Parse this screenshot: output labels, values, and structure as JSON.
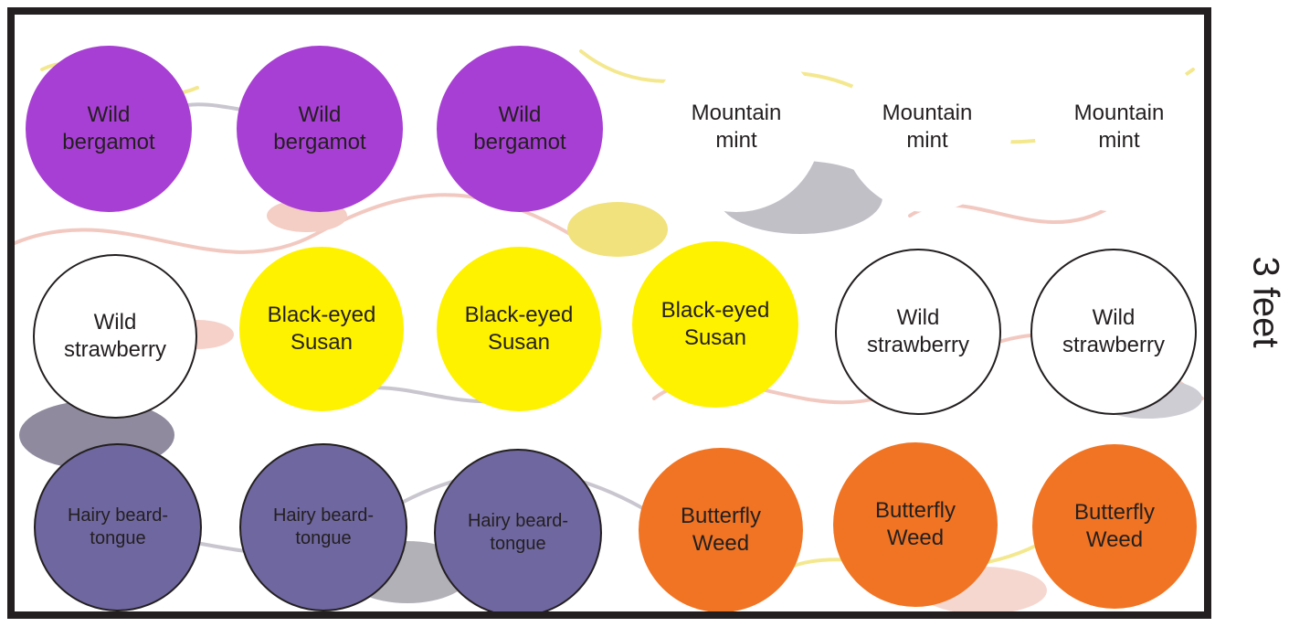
{
  "diagram": {
    "dimension_label": "3 feet",
    "plants": [
      {
        "label": "Wild\nbergamot",
        "color": "#a83fd4"
      },
      {
        "label": "Wild\nbergamot",
        "color": "#a83fd4"
      },
      {
        "label": "Wild\nbergamot",
        "color": "#a83fd4"
      },
      {
        "label": "Mountain\nmint",
        "color": "#ffffff"
      },
      {
        "label": "Mountain\nmint",
        "color": "#ffffff"
      },
      {
        "label": "Mountain\nmint",
        "color": "#ffffff"
      },
      {
        "label": "Wild\nstrawberry",
        "color": "#ffffff"
      },
      {
        "label": "Black-eyed\nSusan",
        "color": "#fff200"
      },
      {
        "label": "Black-eyed\nSusan",
        "color": "#fff200"
      },
      {
        "label": "Black-eyed\nSusan",
        "color": "#fff200"
      },
      {
        "label": "Wild\nstrawberry",
        "color": "#ffffff"
      },
      {
        "label": "Wild\nstrawberry",
        "color": "#ffffff"
      },
      {
        "label": "Hairy beard-\ntongue",
        "color": "#6f67a0"
      },
      {
        "label": "Hairy beard-\ntongue",
        "color": "#6f67a0"
      },
      {
        "label": "Hairy beard-\ntongue",
        "color": "#6f67a0"
      },
      {
        "label": "Butterfly\nWeed",
        "color": "#f07423"
      },
      {
        "label": "Butterfly\nWeed",
        "color": "#f07423"
      },
      {
        "label": "Butterfly\nWeed",
        "color": "#f07423"
      }
    ]
  }
}
